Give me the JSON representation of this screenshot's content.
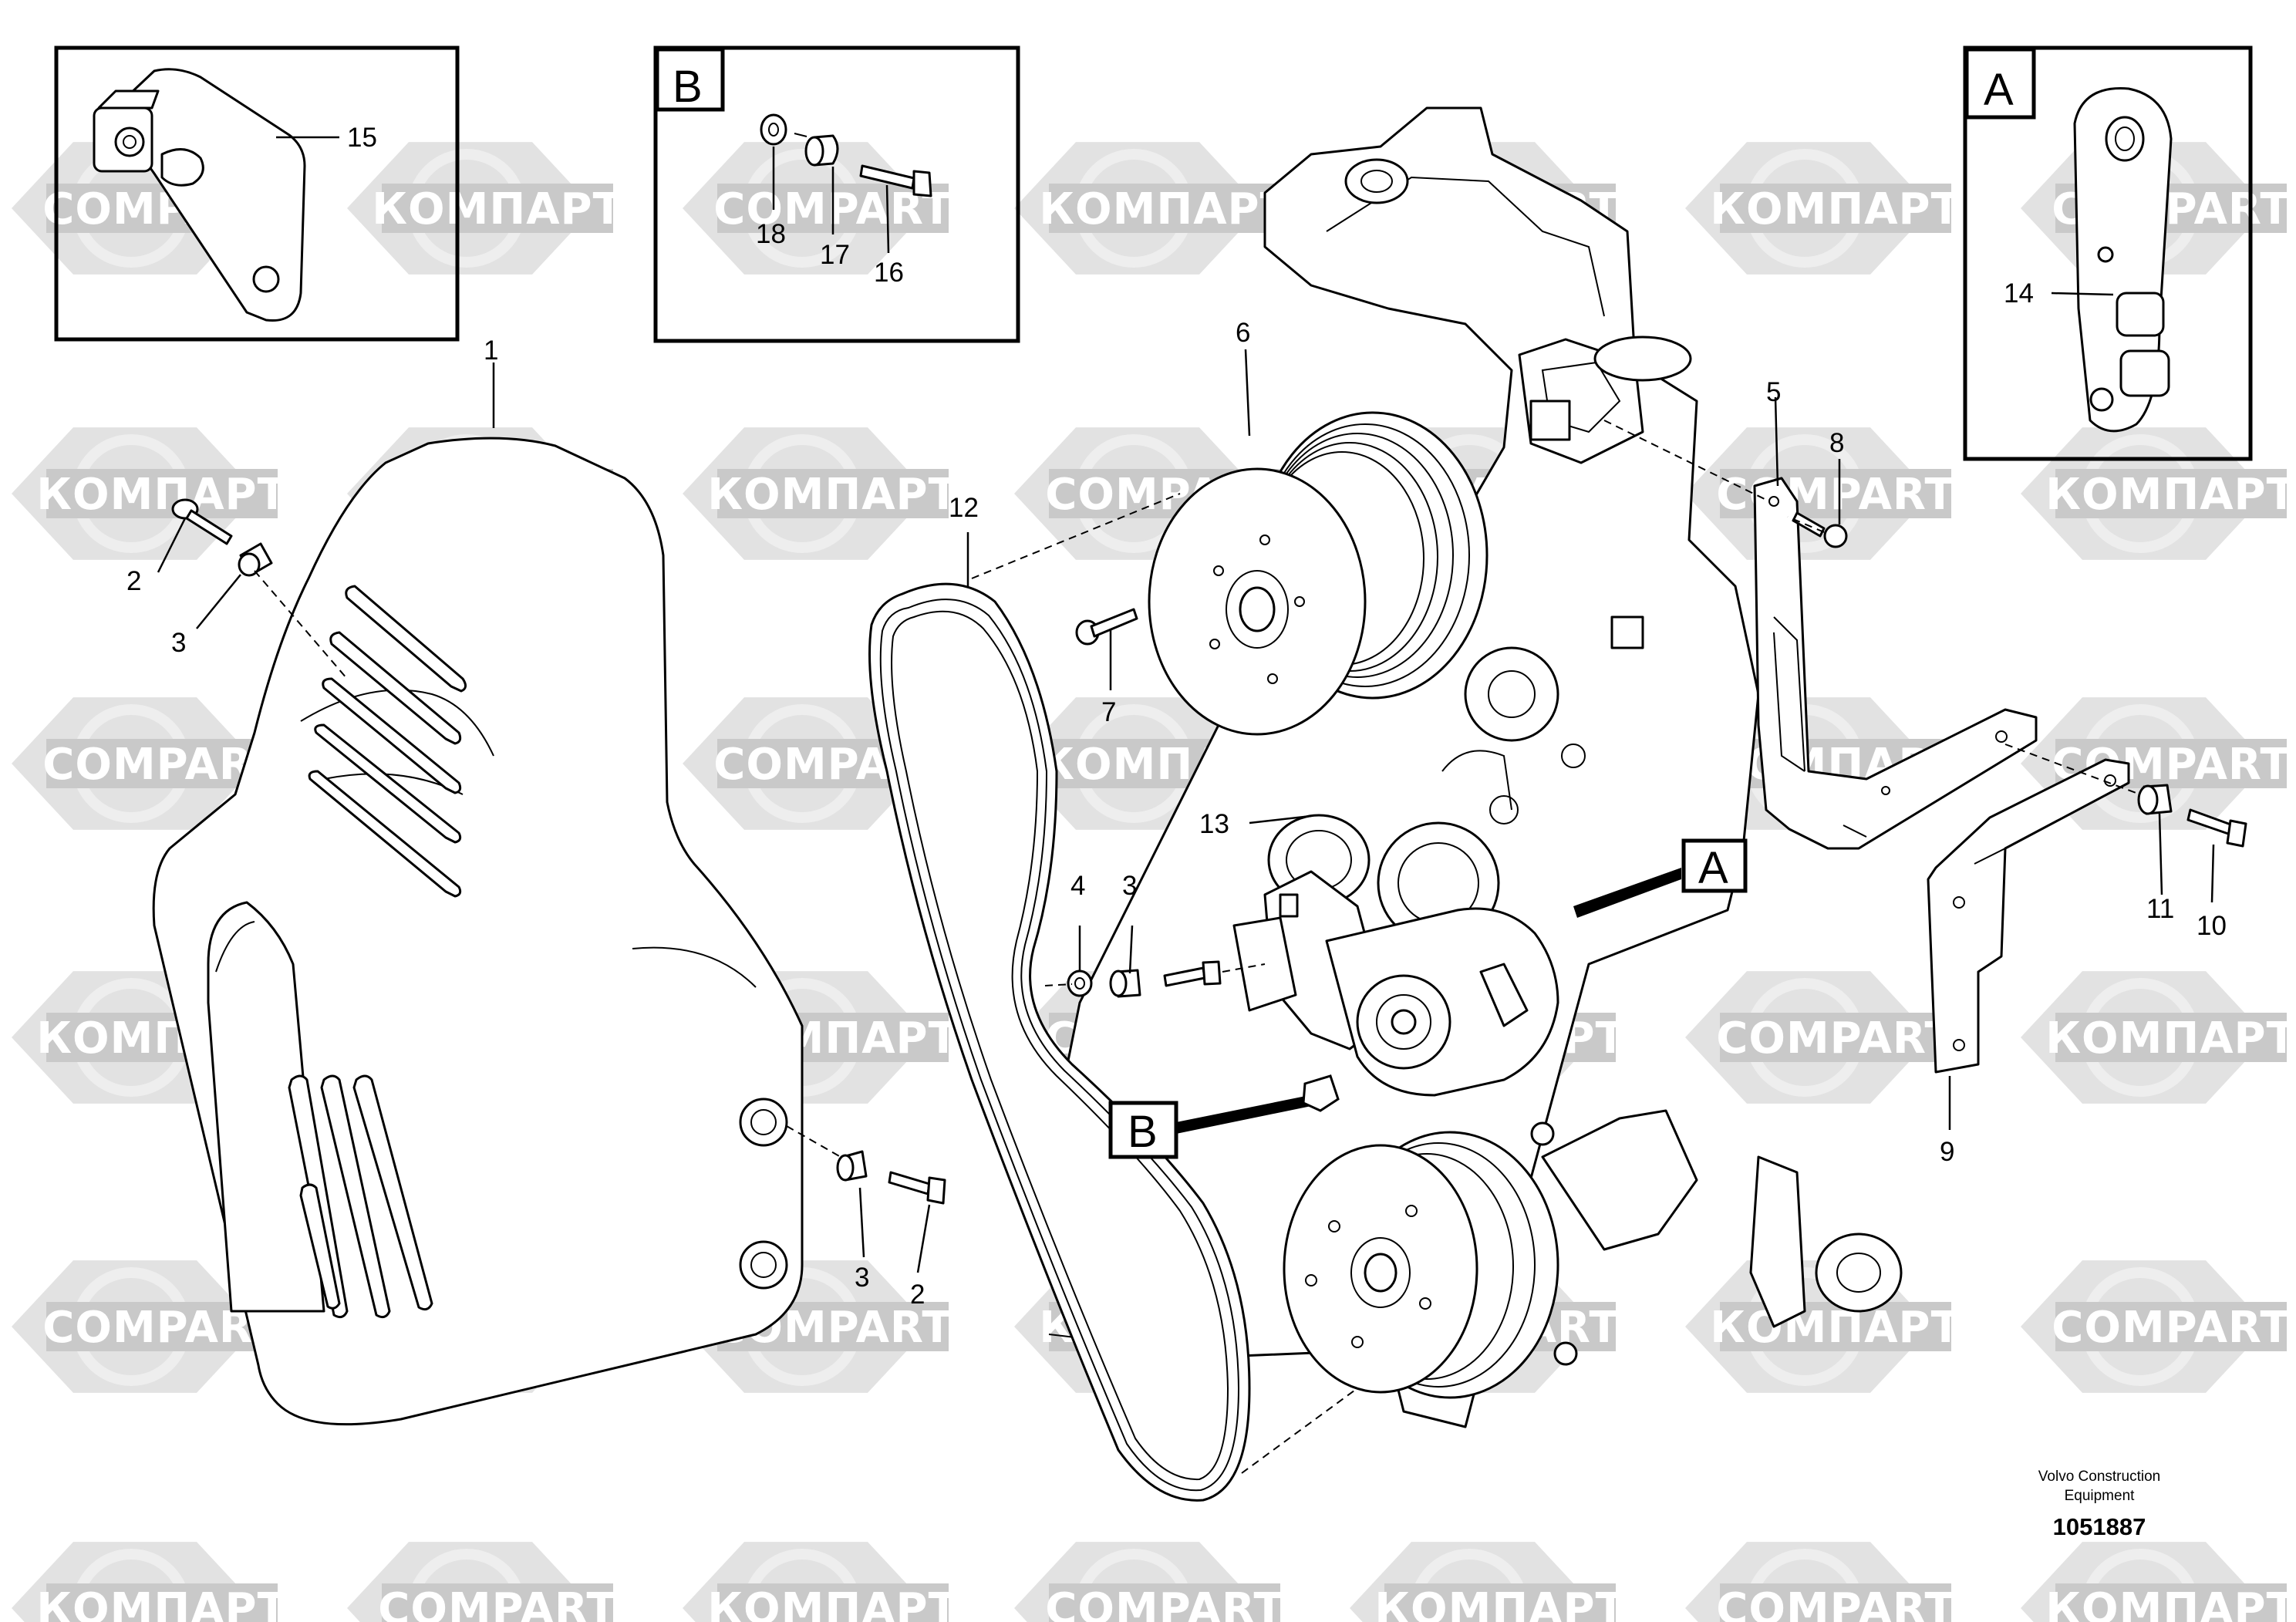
{
  "watermark": {
    "text_latin": "COMPART",
    "text_cyrillic": "КОМПАРТ"
  },
  "inset_boxes": [
    {
      "id": "inset-15",
      "letter": ""
    },
    {
      "id": "inset-B",
      "letter": "B"
    },
    {
      "id": "inset-A",
      "letter": "A"
    }
  ],
  "reference_tags": {
    "a": "A",
    "b": "B"
  },
  "callouts": {
    "c1": "1",
    "c2a": "2",
    "c2b": "2",
    "c3a": "3",
    "c3b": "3",
    "c3c": "3",
    "c4": "4",
    "c5": "5",
    "c6": "6",
    "c7": "7",
    "c8": "8",
    "c9": "9",
    "c10": "10",
    "c11": "11",
    "c12": "12",
    "c13": "13",
    "c14": "14",
    "c15": "15",
    "c16": "16",
    "c17": "17",
    "c18": "18"
  },
  "footer": {
    "credit_line1": "Volvo Construction",
    "credit_line2": "Equipment",
    "document_number": "1051887"
  }
}
